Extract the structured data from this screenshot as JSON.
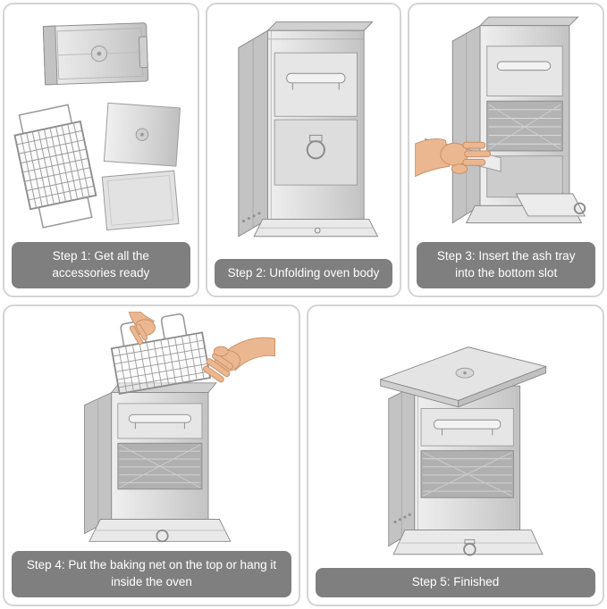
{
  "page": {
    "background": "#ffffff",
    "panel_border_color": "#d4d4d4",
    "caption_bg": "#7f7f7f",
    "caption_text_color": "#ffffff",
    "steel_color": "#d9d9d9",
    "skin_color": "#eab791"
  },
  "steps": [
    {
      "id": 1,
      "caption": "Step 1: Get all the accessories ready",
      "alt": "folded stove body, wire grill net and two flat tray plates laid out"
    },
    {
      "id": 2,
      "caption": "Step 2: Unfolding oven body",
      "alt": "unfolded stainless steel oven body with handle and ring pull"
    },
    {
      "id": 3,
      "caption": "Step 3: Insert the ash tray into the bottom slot",
      "alt": "hand sliding the flat ash tray into the bottom slot of the oven"
    },
    {
      "id": 4,
      "caption": "Step 4: Put the baking net on the top or hang it inside the oven",
      "alt": "two hands placing the wire baking net onto the top of the oven"
    },
    {
      "id": 5,
      "caption": "Step 5: Finished",
      "alt": "finished assembled oven with lid, handle, grate and ash tray"
    }
  ]
}
